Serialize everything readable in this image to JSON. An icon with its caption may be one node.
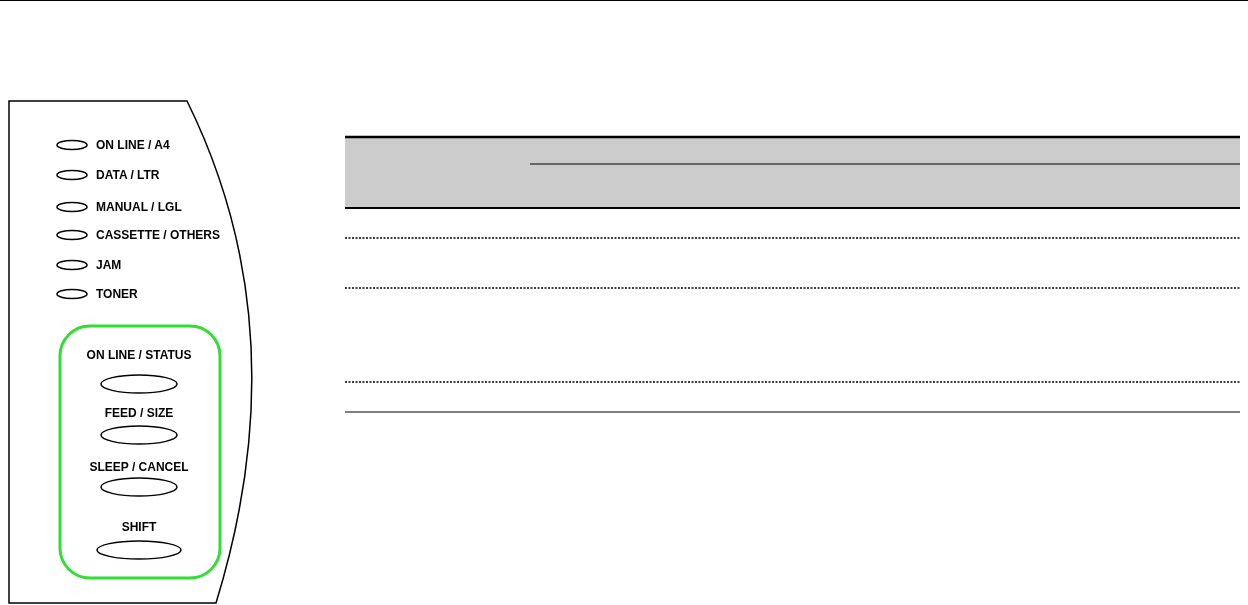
{
  "diagram": {
    "labels": [
      "ON LINE / A4",
      "DATA / LTR",
      "MANUAL / LGL",
      "CASSETTE / OTHERS",
      "JAM",
      "TONER",
      "ON LINE / STATUS",
      "FEED / SIZE",
      "SLEEP / CANCEL",
      "SHIFT"
    ]
  }
}
